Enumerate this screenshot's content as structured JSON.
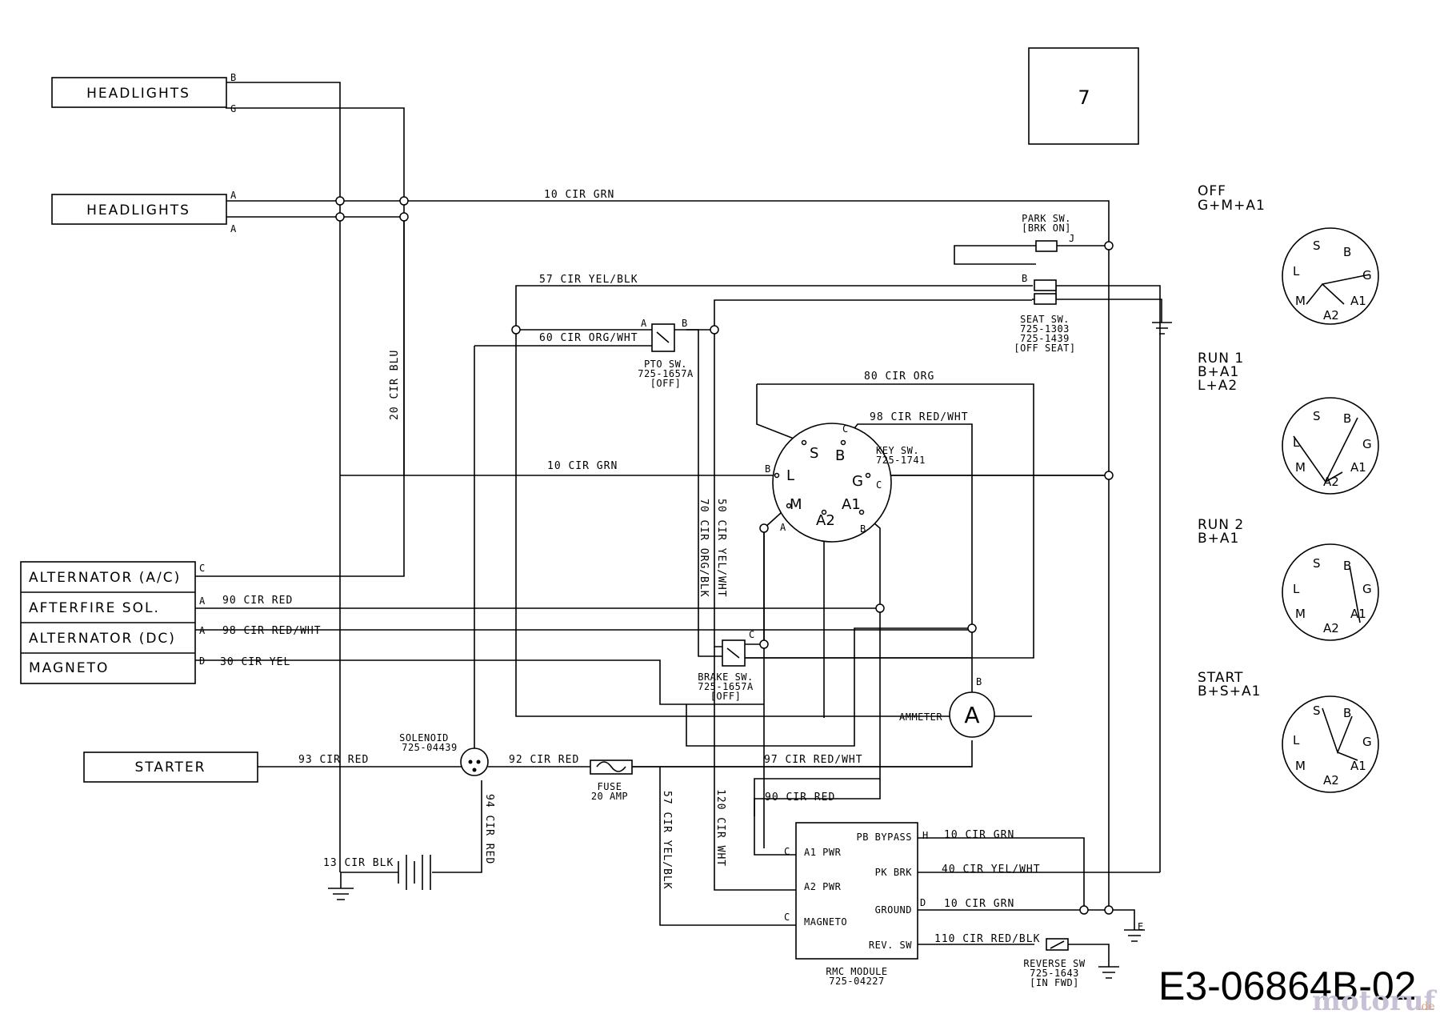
{
  "page_number": "7",
  "drawing_number": "E3-06864B-02",
  "watermark": {
    "name": "motoruf",
    "suffix": ".de"
  },
  "components": {
    "headlights_1": "HEADLIGHTS",
    "headlights_2": "HEADLIGHTS",
    "alternator_ac": "ALTERNATOR (A/C)",
    "afterfire_sol": "AFTERFIRE SOL.",
    "alternator_dc": "ALTERNATOR (DC)",
    "magneto": "MAGNETO",
    "starter": "STARTER",
    "ammeter": "AMMETER",
    "ammeter_symbol": "A",
    "solenoid": [
      "SOLENOID",
      "725-04439"
    ],
    "fuse": [
      "FUSE",
      "20 AMP"
    ],
    "pto_sw": [
      "PTO SW.",
      "725-1657A",
      "[OFF]"
    ],
    "brake_sw": [
      "BRAKE SW.",
      "725-1657A",
      "[OFF]"
    ],
    "park_sw": [
      "PARK SW.",
      "[BRK ON]"
    ],
    "seat_sw": [
      "SEAT SW.",
      "725-1303",
      "725-1439",
      "[OFF SEAT]"
    ],
    "key_sw": [
      "KEY SW.",
      "725-1741"
    ],
    "reverse_sw": [
      "REVERSE SW",
      "725-1643",
      "[IN FWD]"
    ],
    "rmc_module": {
      "caption": [
        "RMC MODULE",
        "725-04227"
      ],
      "a1_pwr": "A1 PWR",
      "a2_pwr": "A2 PWR",
      "magneto": "MAGNETO",
      "pb_bypass": "PB BYPASS",
      "pk_brk": "PK BRK",
      "ground": "GROUND",
      "rev_sw": "REV. SW"
    }
  },
  "wires": {
    "w_10_grn_top": "10 CIR GRN",
    "w_57_yel_blk": "57 CIR YEL/BLK",
    "w_60_org_wht": "60 CIR ORG/WHT",
    "w_80_org": "80 CIR ORG",
    "w_98_red_wht_key": "98 CIR RED/WHT",
    "w_20_blu": "20 CIR BLU",
    "w_10_grn_mid": "10 CIR GRN",
    "w_70_org_blk": "70 CIR ORG/BLK",
    "w_50_yel_wht": "50 CIR YEL/WHT",
    "w_90_red": "90 CIR RED",
    "w_98_red_wht": "98 CIR RED/WHT",
    "w_30_yel": "30 CIR YEL",
    "w_93_red": "93 CIR RED",
    "w_92_red": "92 CIR RED",
    "w_97_red_wht": "97 CIR RED/WHT",
    "w_94_red": "94 CIR RED",
    "w_57_yel_blk_v": "57 CIR YEL/BLK",
    "w_120_wht": "120 CIR WHT",
    "w_90_red_rmc": "90 CIR RED",
    "w_13_blk": "13 CIR BLK",
    "w_10_grn_pb": "10 CIR GRN",
    "w_40_yel_wht": "40 CIR YEL/WHT",
    "w_10_grn_gnd": "10 CIR GRN",
    "w_110_red_blk": "110 CIR RED/BLK"
  },
  "terminals": {
    "B": "B",
    "G": "G",
    "A": "A",
    "C": "C",
    "D": "D",
    "H": "H",
    "J": "J",
    "E": "E"
  },
  "key_switch_terminals": {
    "S": "S",
    "B": "B",
    "L": "L",
    "G": "G",
    "M": "M",
    "A2": "A2",
    "A1": "A1"
  },
  "key_positions": [
    {
      "name": "OFF",
      "combo": [
        "G+M+A1"
      ]
    },
    {
      "name": "RUN 1",
      "combo": [
        "B+A1",
        "L+A2"
      ]
    },
    {
      "name": "RUN 2",
      "combo": [
        "B+A1"
      ]
    },
    {
      "name": "START",
      "combo": [
        "B+S+A1"
      ]
    }
  ]
}
